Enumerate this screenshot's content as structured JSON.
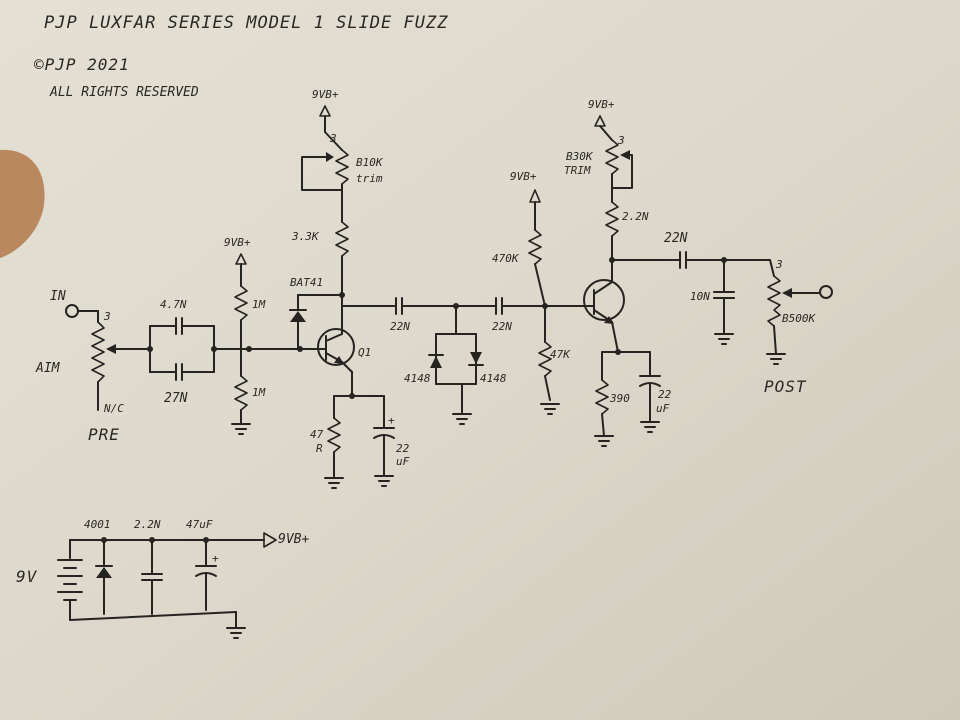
{
  "title": {
    "line1": "PJP LUXFAR SERIES MODEL 1  SLIDE FUZZ",
    "line2": "©PJP 2021",
    "line3": "ALL RIGHTS RESERVED"
  },
  "io": {
    "input": "IN",
    "pre": "PRE",
    "aim": "AIM",
    "nc": "N/C",
    "post": "POST",
    "pin3": "3"
  },
  "components": {
    "c_47n": "4.7N",
    "c_27n": "27N",
    "r_1m_top": "1M",
    "r_1m_bot": "1M",
    "supply": "9VB+",
    "trim_main": "B10K",
    "trim_sub": "trim",
    "r_3k3": "3.3K",
    "bat41": "BAT41",
    "q1": "Q1",
    "r_47r": "47",
    "r_47r_unit": "R",
    "cap_22uf_a": "22",
    "cap_22uf_a_unit": "uF",
    "c_22n_a": "22N",
    "c_22n_b": "22N",
    "d_4148_a": "4148",
    "d_4148_b": "4148",
    "r_470k": "470K",
    "r_47k": "47K",
    "trim2_main": "B30K",
    "trim2_sub": "TRIM",
    "r_2k2": "2.2N",
    "c_22n_out": "22N",
    "c_10n": "10N",
    "pot_500k": "B500K",
    "r_390": "390",
    "cap_22uf_b": "22",
    "cap_22uf_b_unit": "uF"
  },
  "power": {
    "battery": "9V",
    "diode": "4001",
    "cap_small": "2.2N",
    "cap_big": "47uF",
    "out": "9VB+",
    "plus": "+"
  }
}
